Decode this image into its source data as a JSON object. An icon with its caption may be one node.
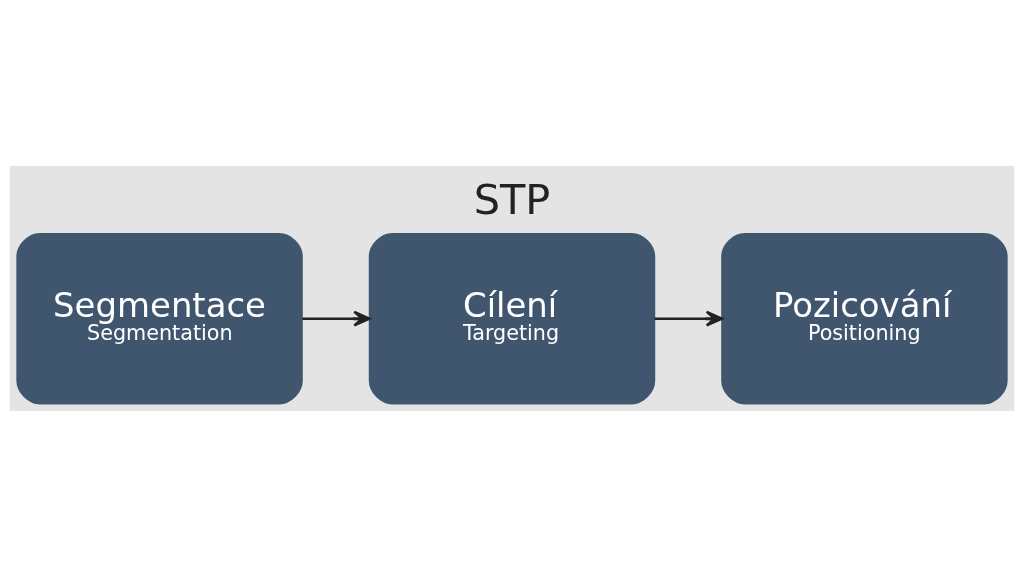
{
  "diagram": {
    "title": "STP",
    "nodes": [
      {
        "text": [
          "Segmentace",
          "Segmentation"
        ]
      },
      {
        "text": [
          "Cílení",
          "Targeting"
        ]
      },
      {
        "text": [
          "Pozicování",
          "Positioning"
        ]
      }
    ],
    "edges": [
      {
        "from": 0,
        "to": 1,
        "arrow": "to"
      },
      {
        "from": 1,
        "to": 2,
        "arrow": "to"
      }
    ]
  }
}
